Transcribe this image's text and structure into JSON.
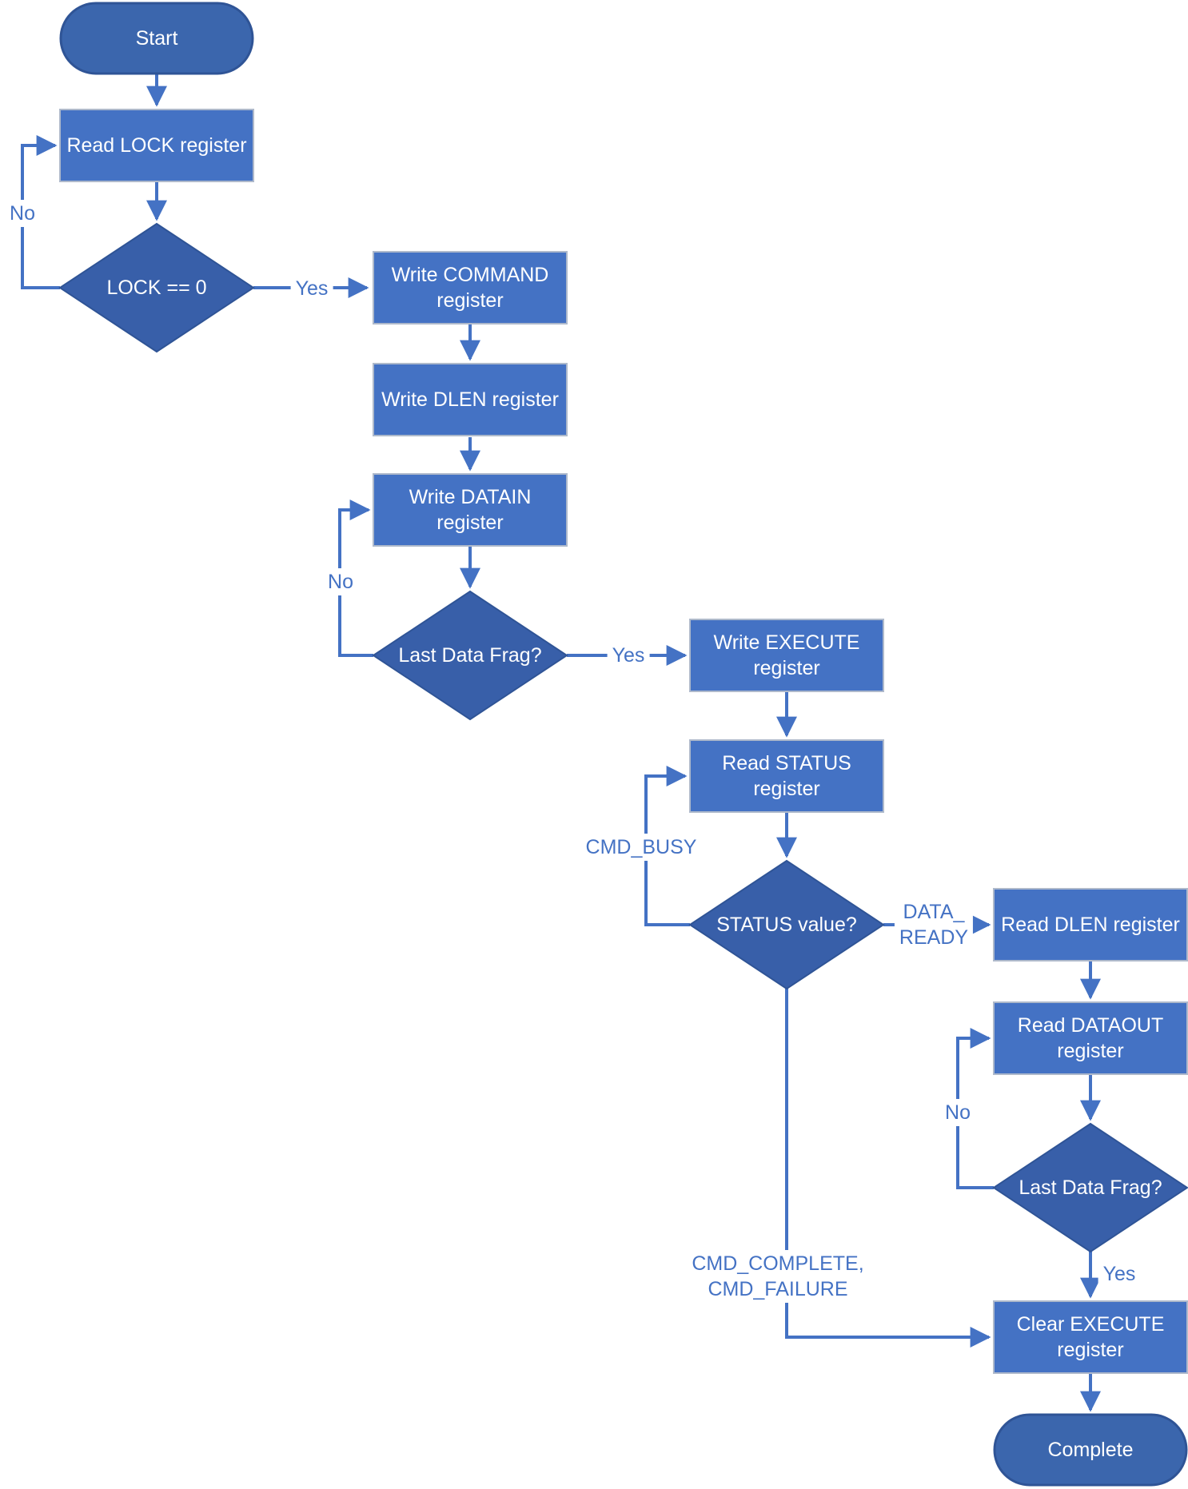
{
  "colors": {
    "process_fill": "#4472C4",
    "process_border": "#AEB9CB",
    "decision_fill": "#385FA9",
    "decision_border": "#2F5496",
    "terminator_fill": "#3B66AD",
    "terminator_border": "#2F5496",
    "connector": "#4472C4",
    "edge_label_text": "#4472C4",
    "node_text": "#FFFFFF"
  },
  "nodes": {
    "start": {
      "type": "terminator",
      "label": "Start"
    },
    "read_lock": {
      "type": "process",
      "label": "Read LOCK register"
    },
    "lock_check": {
      "type": "decision",
      "label": "LOCK == 0"
    },
    "write_command": {
      "type": "process",
      "label": "Write COMMAND\nregister"
    },
    "write_dlen": {
      "type": "process",
      "label": "Write DLEN register"
    },
    "write_datain": {
      "type": "process",
      "label": "Write DATAIN\nregister"
    },
    "last_frag_in": {
      "type": "decision",
      "label": "Last Data Frag?"
    },
    "write_execute": {
      "type": "process",
      "label": "Write EXECUTE\nregister"
    },
    "read_status": {
      "type": "process",
      "label": "Read STATUS\nregister"
    },
    "status_check": {
      "type": "decision",
      "label": "STATUS value?"
    },
    "read_dlen": {
      "type": "process",
      "label": "Read DLEN register"
    },
    "read_dataout": {
      "type": "process",
      "label": "Read DATAOUT\nregister"
    },
    "last_frag_out": {
      "type": "decision",
      "label": "Last Data Frag?"
    },
    "clear_execute": {
      "type": "process",
      "label": "Clear EXECUTE\nregister"
    },
    "complete": {
      "type": "terminator",
      "label": "Complete"
    }
  },
  "edge_labels": {
    "lock_no": "No",
    "lock_yes": "Yes",
    "frag_in_no": "No",
    "frag_in_yes": "Yes",
    "status_busy": "CMD_BUSY",
    "status_data_ready": "DATA_\nREADY",
    "status_done": "CMD_COMPLETE,\nCMD_FAILURE",
    "frag_out_no": "No",
    "frag_out_yes": "Yes"
  }
}
